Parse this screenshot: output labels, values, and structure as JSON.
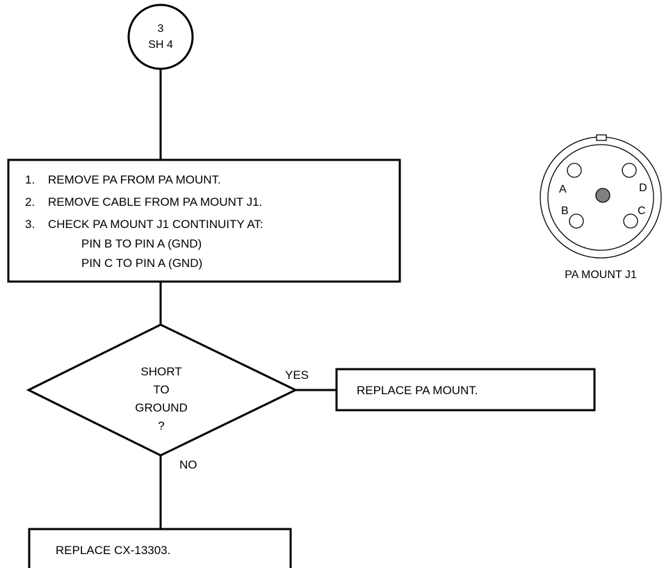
{
  "connector": {
    "line1": "3",
    "line2": "SH 4"
  },
  "procedure": {
    "steps": [
      {
        "num": "1.",
        "text": "REMOVE PA FROM PA MOUNT."
      },
      {
        "num": "2.",
        "text": "REMOVE CABLE FROM PA MOUNT J1."
      },
      {
        "num": "3.",
        "text": "CHECK PA MOUNT J1 CONTINUITY AT:"
      }
    ],
    "sub_lines": [
      "PIN B TO PIN A (GND)",
      "PIN C TO PIN A (GND)"
    ]
  },
  "decision": {
    "lines": [
      "SHORT",
      "TO",
      "GROUND",
      "?"
    ],
    "yes_label": "YES",
    "no_label": "NO"
  },
  "yes_action": "REPLACE PA MOUNT.",
  "no_action": "REPLACE CX-13303.",
  "connector_figure": {
    "caption": "PA MOUNT J1",
    "pins": {
      "a": "A",
      "b": "B",
      "c": "C",
      "d": "D"
    },
    "center_pin_color": "#808080"
  }
}
